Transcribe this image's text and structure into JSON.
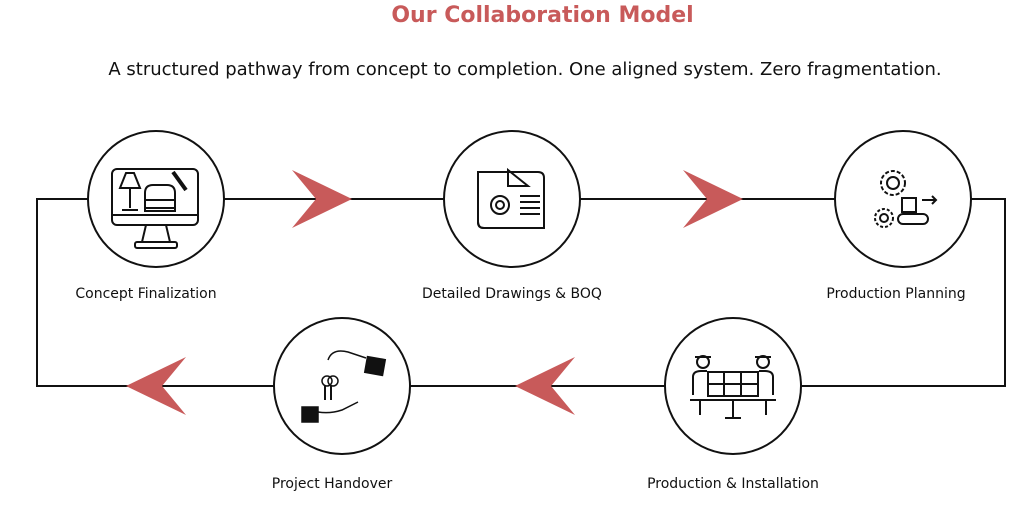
{
  "title": "Our Collaboration Model",
  "subtitle": "A structured pathway from concept to completion. One aligned system. Zero fragmentation.",
  "accent_color": "#c85a5a",
  "steps": [
    {
      "label": "Concept Finalization",
      "icon": "monitor-furniture-design-icon"
    },
    {
      "label": "Detailed Drawings & BOQ",
      "icon": "blueprint-gear-icon"
    },
    {
      "label": "Production Planning",
      "icon": "gears-conveyor-icon"
    },
    {
      "label": "Production & Installation",
      "icon": "workers-panel-icon"
    },
    {
      "label": "Project Handover",
      "icon": "key-handover-icon"
    }
  ]
}
